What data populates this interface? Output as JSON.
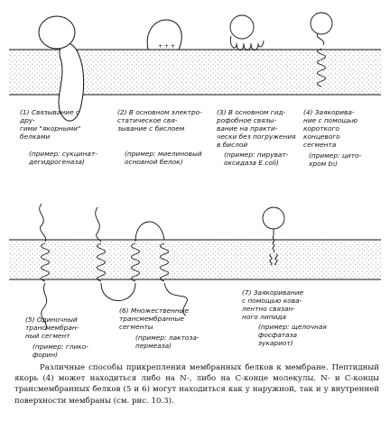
{
  "labels": {
    "l1": "(1) Связывание с дру-\nгими \"якорными\"\nбелками",
    "l2": "(2) В основном электро-\nстатическое свя-\nзывание с бислоем",
    "l3": "(3) В основном гид-\nрофобное связы-\nвание на практи-\nчески без погружения\nв бислой",
    "l4": "(4) Заякорива-\nние с помощью\nкороткого\nконцевого\nсегмента",
    "l5": "(5) Одиночный\nтрансмембран-\nный сегмент",
    "l6": "(6) Множественные\nтрансмембранные\nсегменты",
    "l7": "(7) Заякоривание\nс помощью кова-\nлентно связан-\nного липида"
  },
  "examples": {
    "e1": "(пример: сукцинат-\nдегидрогеназа)",
    "e2": "(пример: миелиновый\nосновной белок)",
    "e3": "(пример: пируват-\nоксидаза E.coli)",
    "e4": "(пример: цито-\nхром b₅)",
    "e5": "(пример: глико-\nфорин)",
    "e6": "(пример: лактоза-\nпермеаза)",
    "e7": "(пример: щелочная\nфосфатаза\nэукариот)"
  },
  "caption": "Различные способы прикрепления мембранных белков к мембране. Пептидный якорь (4) может находиться либо на N-, либо на С-конце молекулы. N- и С-концы трансмембранных белков (5 и 6) могут находиться как у наружной, так и у внутренней поверхности мембраны (см. рис. 10.3)."
}
